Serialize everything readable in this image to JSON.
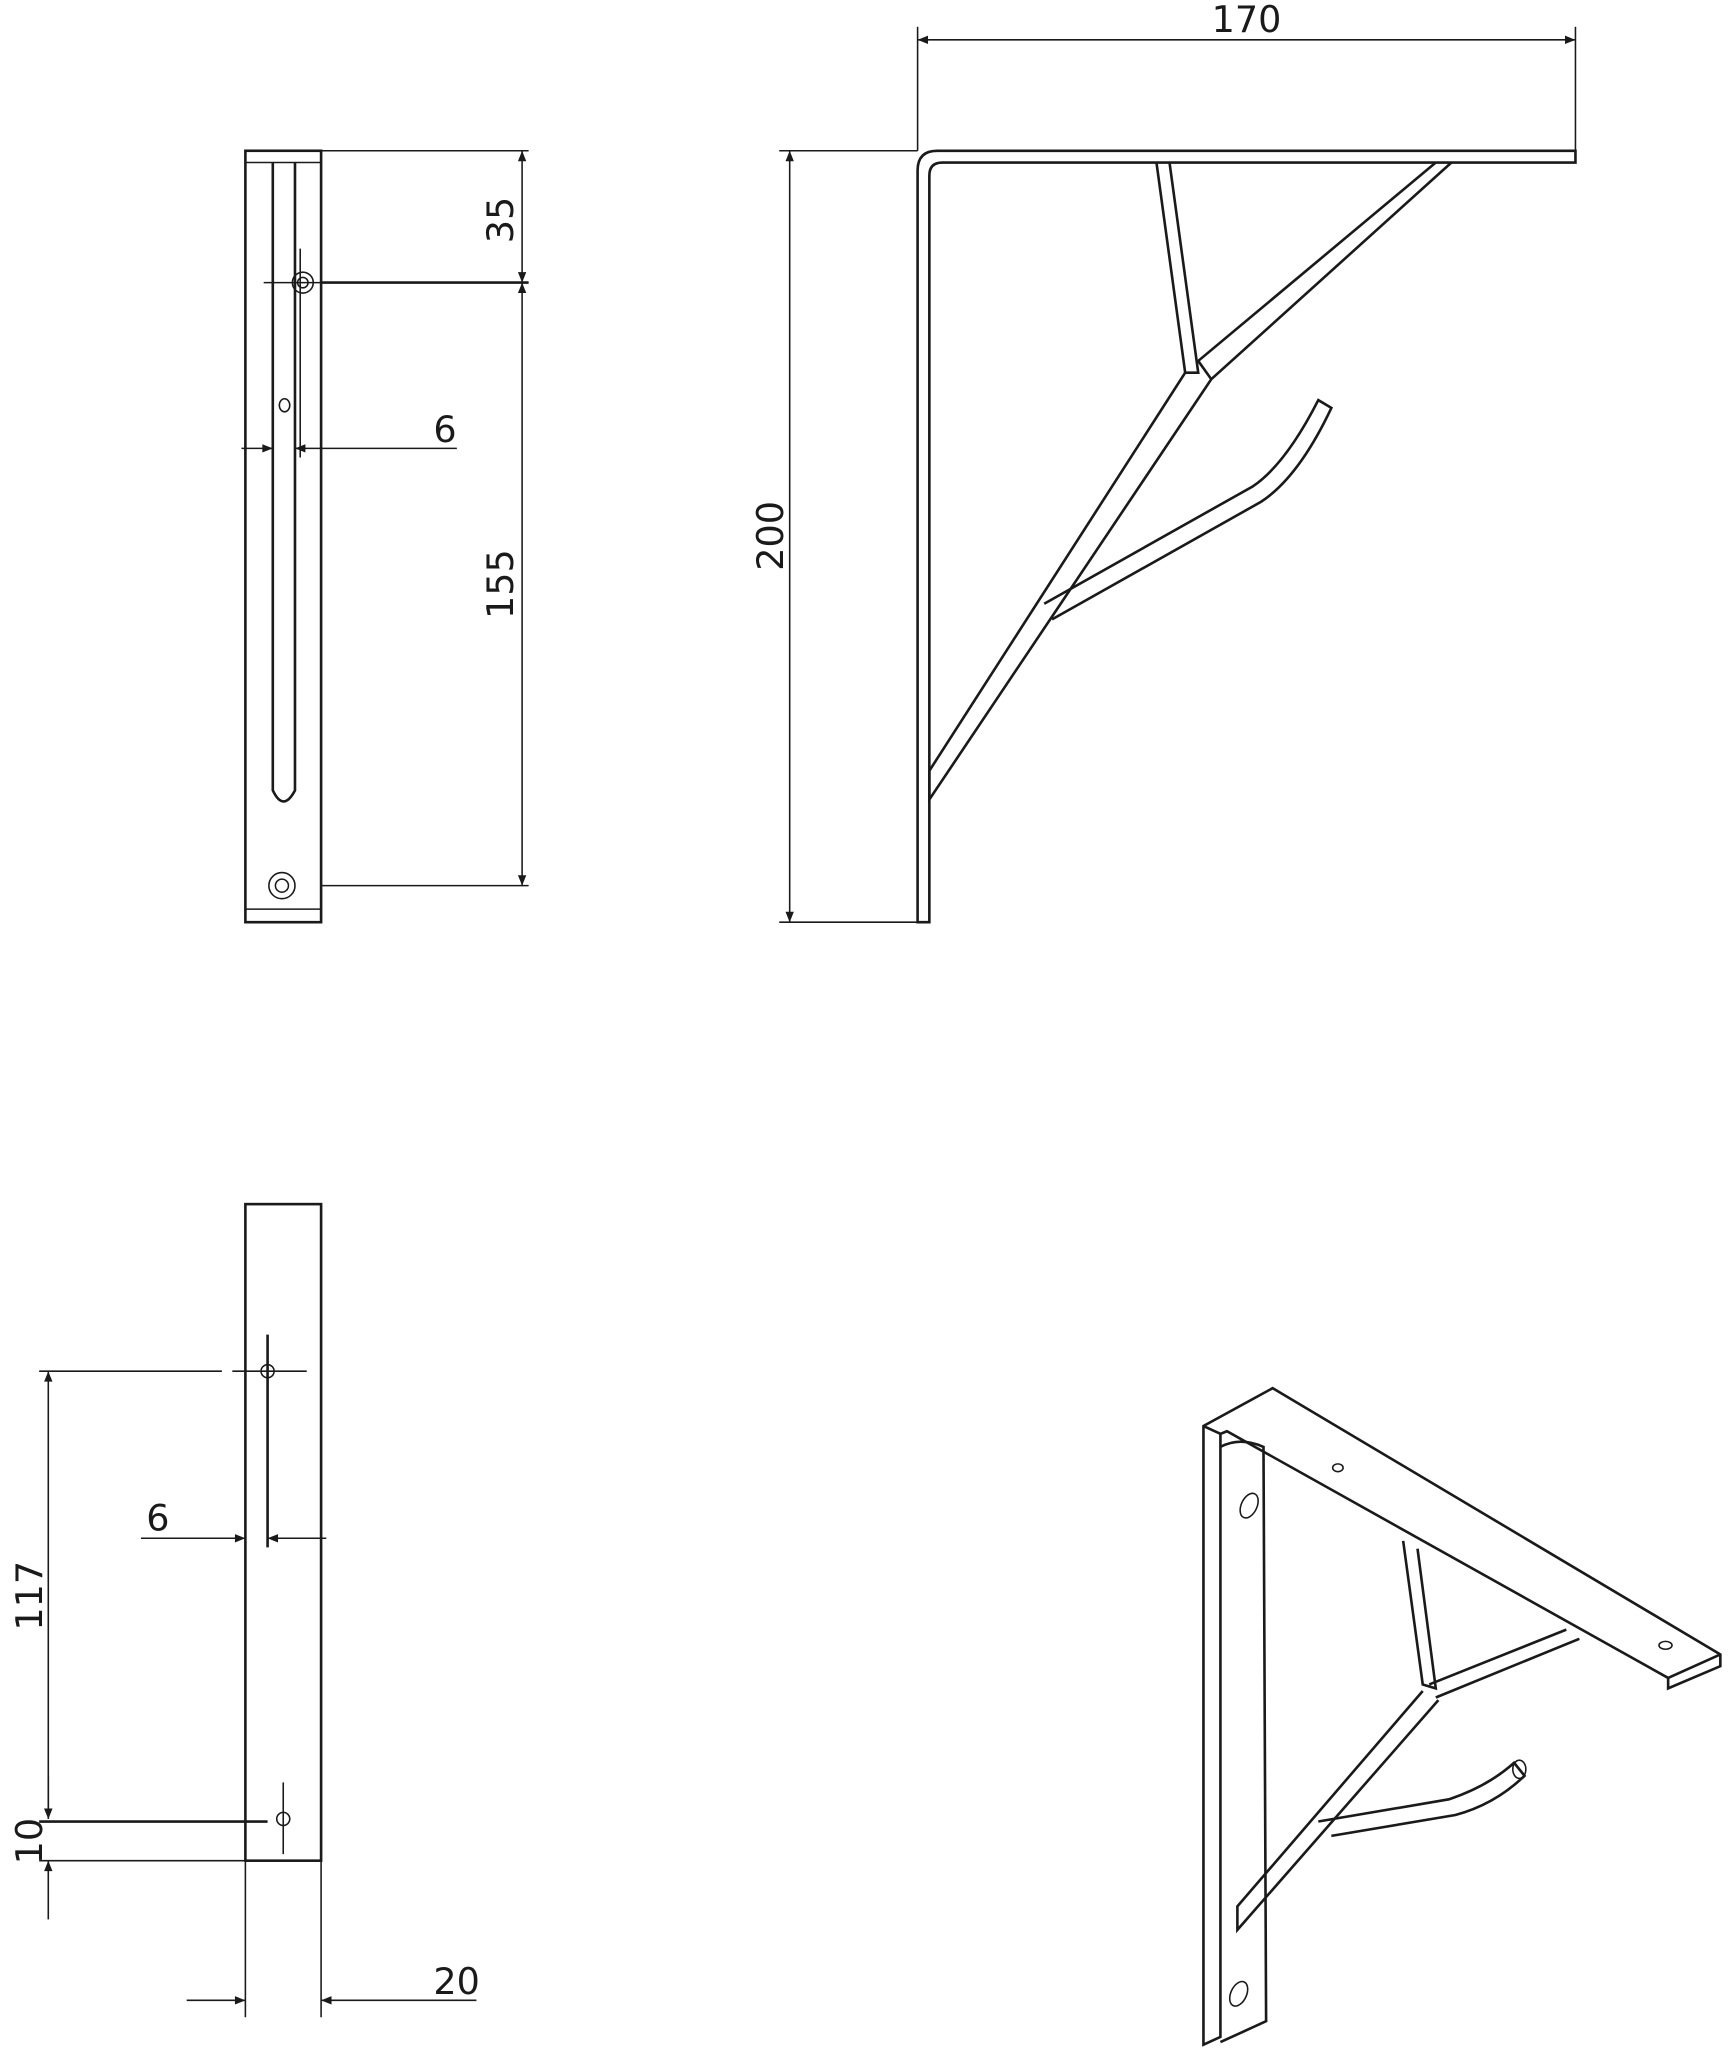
{
  "drawing": {
    "views": [
      "side-view-top",
      "front-view",
      "side-view-bottom",
      "isometric-view"
    ],
    "dimensions": {
      "top_side_35": "35",
      "top_side_155": "155",
      "top_side_6": "6",
      "front_width_170": "170",
      "front_height_200": "200",
      "bottom_side_117": "117",
      "bottom_side_10": "10",
      "bottom_side_6": "6",
      "bottom_side_20": "20"
    },
    "line_color": "#1a1a1a"
  }
}
